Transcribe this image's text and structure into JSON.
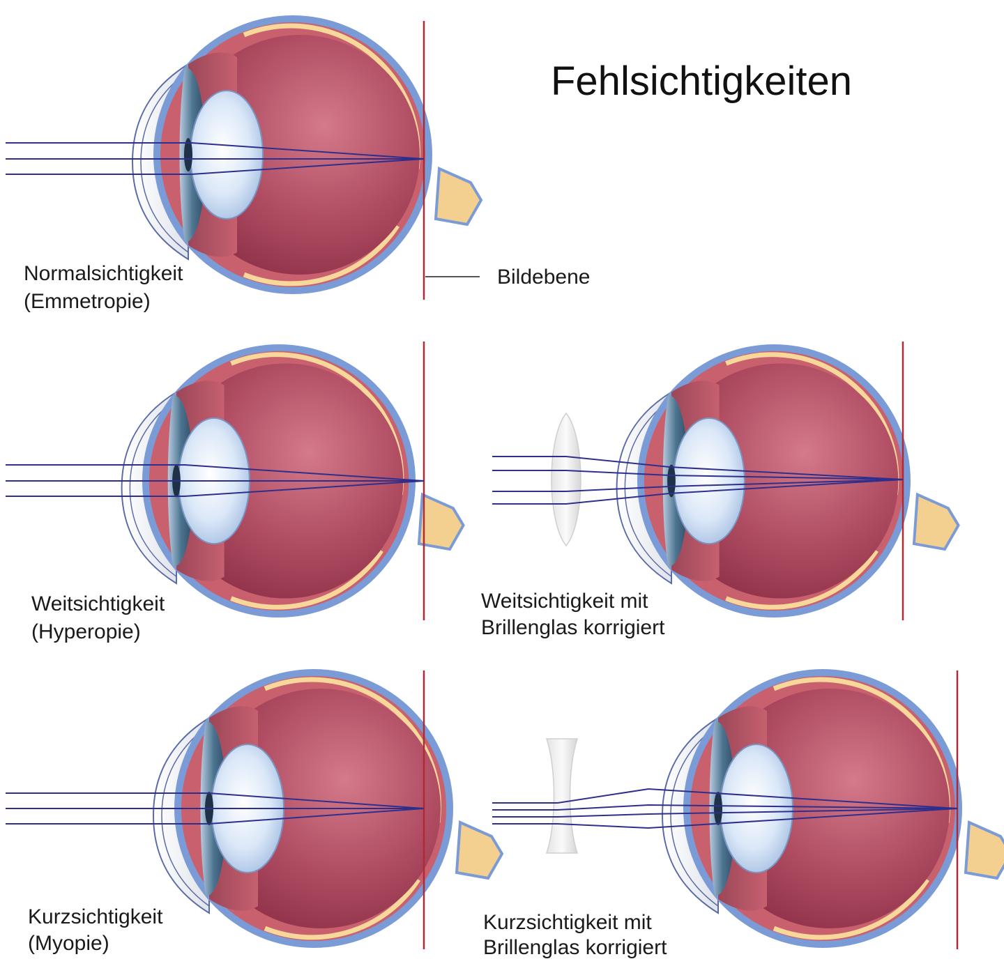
{
  "title": "Fehlsichtigkeiten",
  "labels": {
    "image_plane": "Bildebene",
    "normal": {
      "line1": "Normalsichtigkeit",
      "line2": "(Emmetropie)"
    },
    "hyperopia": {
      "line1": "Weitsichtigkeit",
      "line2": "(Hyperopie)"
    },
    "hyperopia_corrected": {
      "line1": "Weitsichtigkeit mit",
      "line2": "Brillenglas korrigiert"
    },
    "myopia": {
      "line1": "Kurzsichtigkeit",
      "line2": "(Myopie)"
    },
    "myopia_corrected": {
      "line1": "Kurzsichtigkeit mit",
      "line2": "Brillenglas korrigiert"
    }
  },
  "colors": {
    "sclera": "#7b9bd6",
    "choroid": "#c8606e",
    "vitreous_light": "#d47a8a",
    "vitreous_dark": "#8e3048",
    "retina": "#f7d79a",
    "optic_nerve": "#f3cf90",
    "lens": "#d7e6f8",
    "cornea": "#eef0f4",
    "ray": "#2e2f8c",
    "image_plane_line": "#b02a35",
    "text": "#1a1a1a"
  }
}
